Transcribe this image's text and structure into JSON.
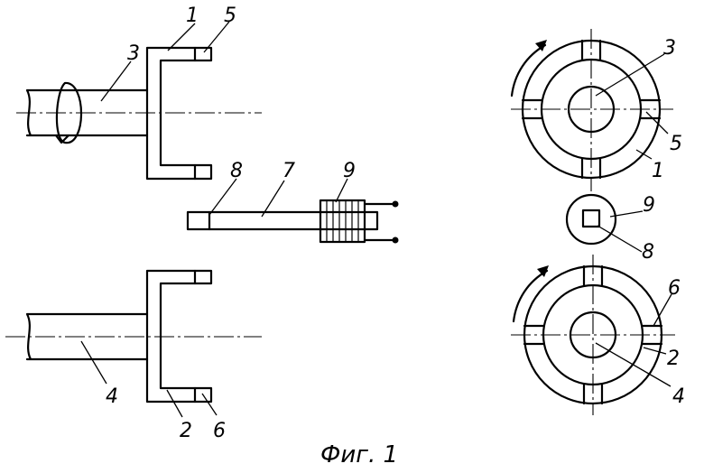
{
  "labels": {
    "l1a": "1",
    "l5a": "5",
    "l3a": "3",
    "l8a": "8",
    "l7": "7",
    "l9a": "9",
    "l4a": "4",
    "l2a": "2",
    "l6a": "6",
    "r3": "3",
    "r5": "5",
    "r1": "1",
    "r9": "9",
    "r8": "8",
    "r6": "6",
    "r2": "2",
    "r4": "4"
  },
  "caption": "Фиг. 1"
}
